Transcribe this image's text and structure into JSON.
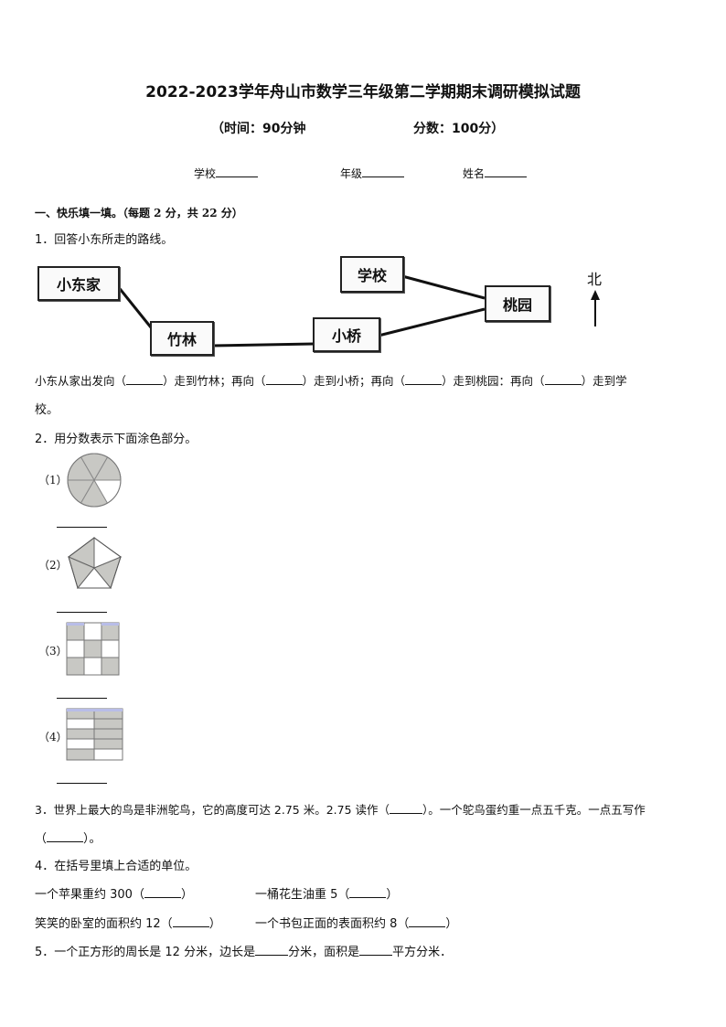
{
  "header": {
    "title": "2022-2023学年舟山市数学三年级第二学期期末调研模拟试题",
    "time_label": "（时间：90分钟",
    "score_label": "分数：100分）",
    "fields": [
      {
        "label": "学校"
      },
      {
        "label": "年级"
      },
      {
        "label": "姓名"
      }
    ]
  },
  "section1": {
    "heading": "一、快乐填一填。（每题 2 分，共 22 分）"
  },
  "q1": {
    "prompt": "1．回答小东所走的路线。",
    "map": {
      "nodes": {
        "home": "小东家",
        "bamboo": "竹林",
        "bridge": "小桥",
        "school": "学校",
        "peach": "桃园"
      },
      "north_label": "北"
    },
    "text_parts": [
      "小东从家出发向（",
      "）走到竹林；再向（",
      "）走到小桥；再向（",
      "）走到桃园：再向（",
      "）走到学"
    ],
    "text_tail": "校。"
  },
  "q2": {
    "prompt": "2．用分数表示下面涂色部分。",
    "items": [
      {
        "label": "（1）",
        "shape": "circle-6-sectors",
        "shaded": 5,
        "total": 6
      },
      {
        "label": "（2）",
        "shape": "pentagon-5-triangles",
        "shaded": 3,
        "total": 5
      },
      {
        "label": "（3）",
        "shape": "grid-3x3",
        "shaded": 5,
        "total": 9
      },
      {
        "label": "（4）",
        "shape": "grid-5x2",
        "shaded": 7,
        "total": 10
      }
    ],
    "shade_color": "#c8c8c4"
  },
  "q3": {
    "line1_a": "3．世界上最大的鸟是非洲鸵鸟，它的高度可达 2.75 米。2.75 读作（",
    "line1_b": "）。一个鸵鸟蛋约重一点五千克。一点五写作",
    "line2_a": "（",
    "line2_b": "）。"
  },
  "q4": {
    "prompt": "4．在括号里填上合适的单位。",
    "items": [
      {
        "text": "一个苹果重约 300（",
        "close": "）"
      },
      {
        "text": "一桶花生油重 5（",
        "close": "）"
      },
      {
        "text": "笑笑的卧室的面积约 12（",
        "close": "）"
      },
      {
        "text": "一个书包正面的表面积约 8（",
        "close": "）"
      }
    ]
  },
  "q5": {
    "part_a": "5．一个正方形的周长是 12 分米，边长是",
    "part_b": "分米，面积是",
    "part_c": "平方分米．"
  }
}
